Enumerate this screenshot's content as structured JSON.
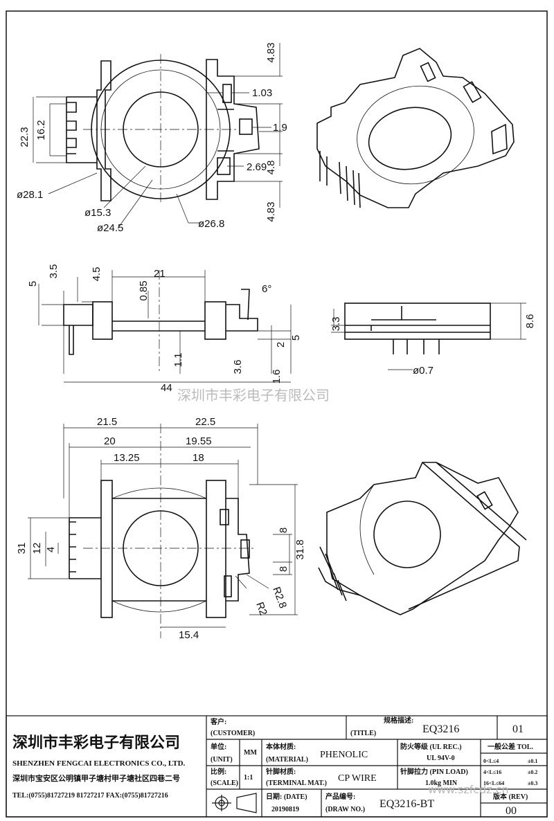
{
  "watermark": "深圳市丰彩电子有限公司",
  "watermark_corner": "www.szfcdz.cn",
  "top_view": {
    "dims": {
      "d1": "22.3",
      "d2": "16.2",
      "d3": "4.83",
      "d4": "1.03",
      "d5": "1.9",
      "d6": "2.69",
      "d7": "4.8",
      "d8": "4.83",
      "dia1": "ø28.1",
      "dia2": "ø15.3",
      "dia3": "ø24.5",
      "dia4": "ø26.8"
    }
  },
  "side_view": {
    "dims": {
      "a": "5",
      "b": "3.5",
      "c": "4.5",
      "d": "0.85",
      "e": "21",
      "f": "6°",
      "g": "5",
      "h": "2",
      "i": "1.1",
      "j": "3.6",
      "k": "1.6",
      "l": "44"
    }
  },
  "end_view": {
    "dims": {
      "a": "3.3",
      "b": "8.6",
      "c": "ø0.7"
    }
  },
  "bottom_view": {
    "dims": {
      "a": "21.5",
      "b": "22.5",
      "c": "20",
      "d": "19.55",
      "e": "13.25",
      "f": "18",
      "g": "31",
      "h": "12",
      "i": "4",
      "j": "8",
      "k": "8",
      "l": "31.8",
      "m": "R2",
      "n": "R2.8",
      "o": "15.4"
    }
  },
  "title_block": {
    "company_cn": "深圳市丰彩电子有限公司",
    "company_en": "SHENZHEN FENGCAI ELECTRONICS CO., LTD.",
    "address": "深圳市宝安区公明镇甲子塘村甲子塘社区四巷二号",
    "phones": "TEL:(0755)81727219  81727217   FAX:(0755)81727216",
    "customer_label": "客户:",
    "customer_label_en": "(CUSTOMER)",
    "spec_label": "规格描述:",
    "spec_label_en": "(TITLE)",
    "spec_value": "EQ3216",
    "sheet_no": "01",
    "unit_label": "单位:",
    "unit_label_en": "(UNIT)",
    "unit_value": "MM",
    "material_label": "本体材质:",
    "material_label_en": "(MATERIAL)",
    "material_value": "PHENOLIC",
    "flame_label": "防火等级 (UL REC.)",
    "flame_value": "UL 94V-0",
    "tol_label": "一般公差 TOL.",
    "tol_rows": [
      {
        "range": "0<L≤4",
        "tol": "±0.1"
      },
      {
        "range": "4<L≤16",
        "tol": "±0.2"
      },
      {
        "range": "16<L≤64",
        "tol": "±0.3"
      }
    ],
    "scale_label": "比例:",
    "scale_label_en": "(SCALE)",
    "scale_value": "1:1",
    "pinmat_label": "针脚材质:",
    "pinmat_label_en": "(TERMINAL MAT.)",
    "pinmat_value": "CP WIRE",
    "pinload_label": "针脚拉力 (PIN LOAD)",
    "pinload_value": "1.0kg MIN",
    "date_label": "日期: (DATE)",
    "date_value": "20190819",
    "drawno_label": "产品编号:",
    "drawno_label_en": "(DRAW NO.)",
    "drawno_value": "EQ3216-BT",
    "rev_label": "版本 (REV)",
    "rev_value": "00"
  }
}
